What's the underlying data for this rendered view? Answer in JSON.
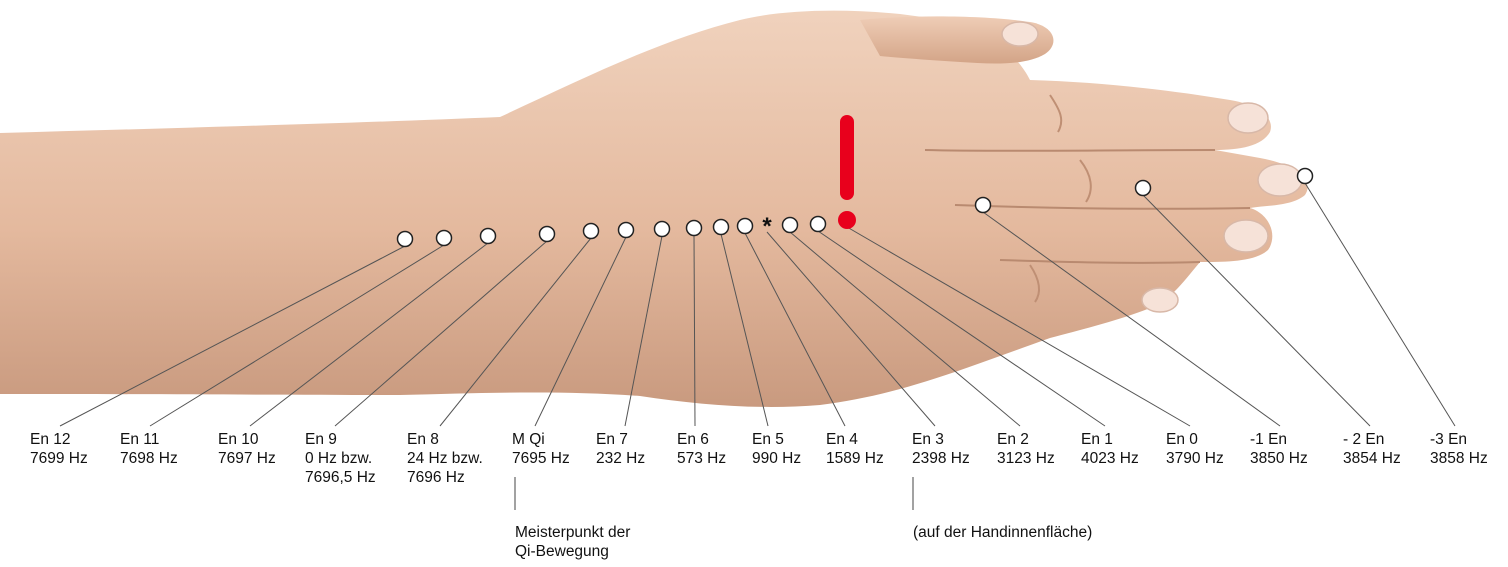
{
  "points": [
    {
      "name": "En 12",
      "freq": "7699 Hz",
      "freq2": ""
    },
    {
      "name": "En 11",
      "freq": "7698 Hz",
      "freq2": ""
    },
    {
      "name": "En 10",
      "freq": "7697 Hz",
      "freq2": ""
    },
    {
      "name": "En 9",
      "freq": "0 Hz bzw.",
      "freq2": "7696,5 Hz"
    },
    {
      "name": "En 8",
      "freq": "24 Hz bzw.",
      "freq2": "7696 Hz"
    },
    {
      "name": "M Qi",
      "freq": "7695 Hz",
      "freq2": ""
    },
    {
      "name": "En 7",
      "freq": "232 Hz",
      "freq2": ""
    },
    {
      "name": "En 6",
      "freq": "573 Hz",
      "freq2": ""
    },
    {
      "name": "En 5",
      "freq": "990 Hz",
      "freq2": ""
    },
    {
      "name": "En 4",
      "freq": "1589 Hz",
      "freq2": ""
    },
    {
      "name": "En 3",
      "freq": "2398 Hz",
      "freq2": ""
    },
    {
      "name": "En 2",
      "freq": "3123 Hz",
      "freq2": ""
    },
    {
      "name": "En 1",
      "freq": "4023 Hz",
      "freq2": ""
    },
    {
      "name": "En 0",
      "freq": "3790 Hz",
      "freq2": ""
    },
    {
      "name": "-1 En",
      "freq": "3850 Hz",
      "freq2": ""
    },
    {
      "name": "- 2 En",
      "freq": "3854 Hz",
      "freq2": ""
    },
    {
      "name": "-3 En",
      "freq": "3858 Hz",
      "freq2": ""
    }
  ],
  "notes": {
    "meisterpunkt_line1": "Meisterpunkt der",
    "meisterpunkt_line2": "Qi-Bewegung",
    "handinnen": "(auf der Handinnenfläche)"
  },
  "marks": {
    "asterisk": "*",
    "exclamation": "!",
    "exclamation_color": "#e8001c",
    "skin_color": "#e6bfa6"
  }
}
